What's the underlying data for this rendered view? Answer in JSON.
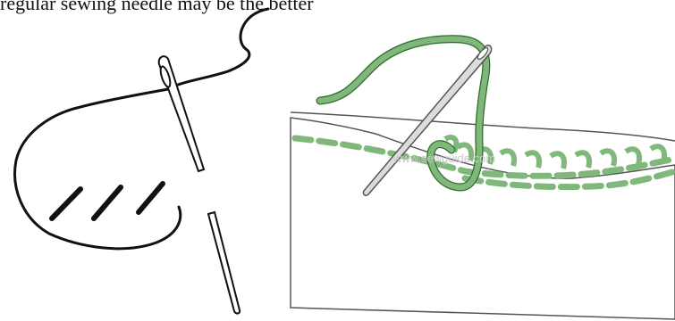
{
  "header": {
    "cropped_text": "regular sewing needle may be the better"
  },
  "watermark": {
    "text": "www.sewguide.com"
  },
  "colors": {
    "thread_green": "#7fb87a",
    "thread_green_dark": "#3a7a39",
    "outline": "#1a1a1a",
    "background": "#ffffff"
  },
  "figures": {
    "left": "needle-and-thread-sketch",
    "right": "whip-stitch-on-fabric-edge"
  }
}
